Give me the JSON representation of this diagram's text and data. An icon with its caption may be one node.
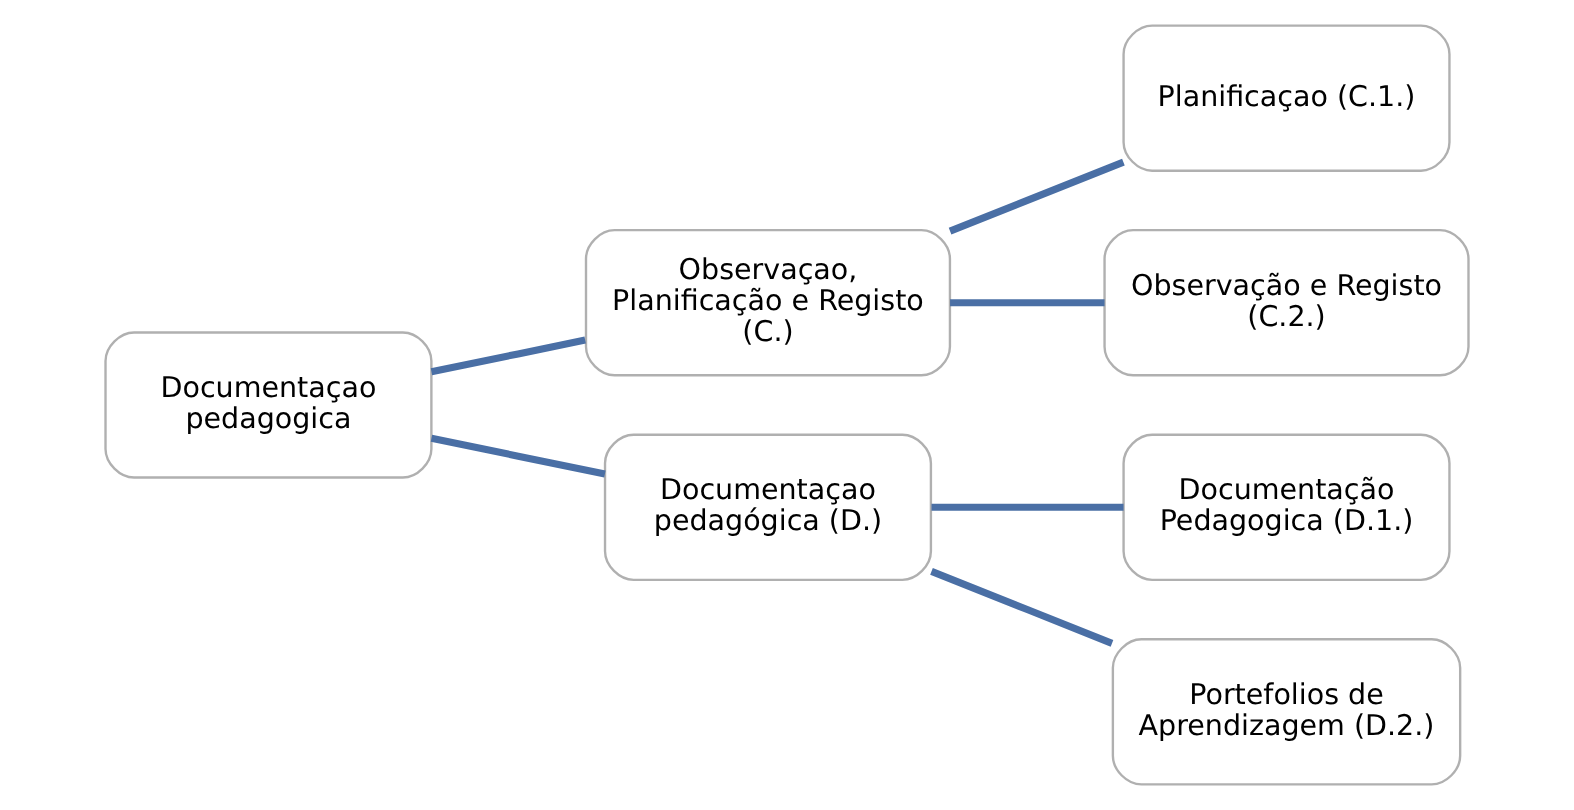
{
  "diagram": {
    "nodes": [
      {
        "text": [
          "Documentaçao pedagogica"
        ]
      },
      {
        "text": [
          "Observaçao, Planificação e Registo (C.)"
        ]
      },
      {
        "text": [
          "Documentaçao pedagógica (D.)"
        ]
      },
      {
        "text": [
          "Planificaçao (C.1.)"
        ]
      },
      {
        "text": [
          "Observação e Registo (C.2.)"
        ]
      },
      {
        "text": [
          "Documentação Pedagogica (D.1.)"
        ]
      },
      {
        "text": [
          "Portefolios de Aprendizagem (D.2.)"
        ]
      }
    ],
    "edges": [
      {
        "from": 0,
        "to": 1,
        "arrow": "none"
      },
      {
        "from": 0,
        "to": 2,
        "arrow": "none"
      },
      {
        "from": 1,
        "to": 3,
        "arrow": "none"
      },
      {
        "from": 1,
        "to": 4,
        "arrow": "none"
      },
      {
        "from": 2,
        "to": 5,
        "arrow": "none"
      },
      {
        "from": 2,
        "to": 6,
        "arrow": "none"
      }
    ]
  }
}
